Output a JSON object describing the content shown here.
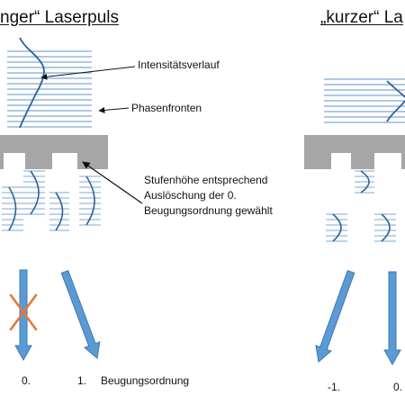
{
  "titles": {
    "left": "nger“ Laserpuls",
    "right": "„kurzer“ La"
  },
  "annotations": {
    "intensity": "Intensitätsverlauf",
    "phase": "Phasenfronten",
    "step_line1": "Stufenhöhe entsprechend",
    "step_line2": "Auslöschung der 0.",
    "step_line3": "Beugungsordnung gewählt"
  },
  "orders_left": {
    "zero": "0.",
    "first": "1.",
    "caption": "Beugungsordnung"
  },
  "orders_right": {
    "minus_one": "-1.",
    "zero": "0."
  },
  "colors": {
    "phase_line": "#7fa7d6",
    "gauss_curve": "#2f5f98",
    "grating": "#a6a6a6",
    "arrow": "#5b9bd5",
    "arrow_edge": "#3d78b3",
    "cross": "#e07b39"
  }
}
